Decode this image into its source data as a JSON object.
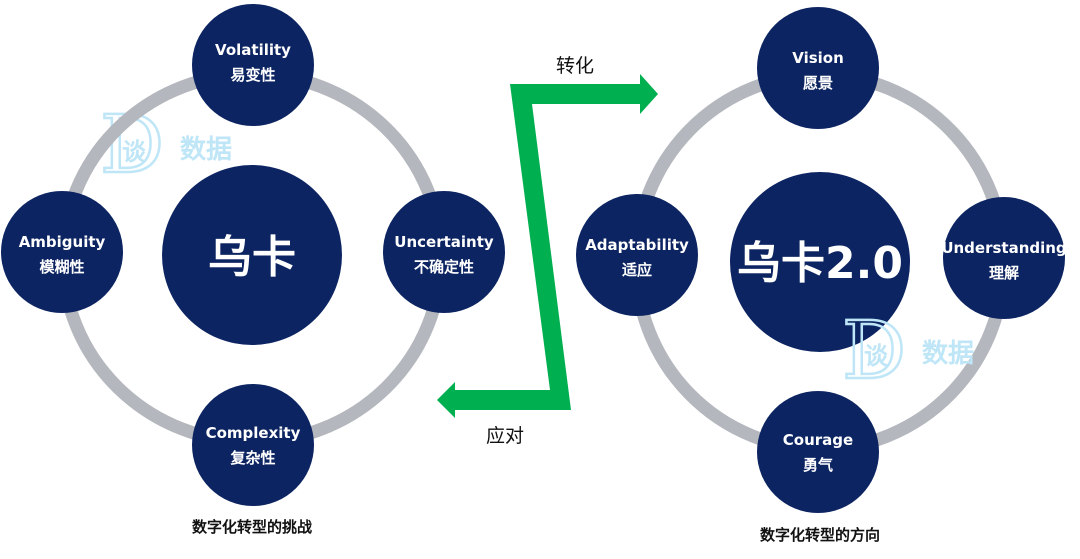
{
  "colors": {
    "node": "#0c2461",
    "ring": "#b4b7bd",
    "arrow": "#00b050",
    "watermark": "#bfe6f7"
  },
  "left": {
    "center": "乌卡",
    "caption": "数字化转型的挑战",
    "nodes": [
      {
        "en": "Volatility",
        "zh": "易变性"
      },
      {
        "en": "Uncertainty",
        "zh": "不确定性"
      },
      {
        "en": "Complexity",
        "zh": "复杂性"
      },
      {
        "en": "Ambiguity",
        "zh": "模糊性"
      }
    ]
  },
  "right": {
    "center": "乌卡2.0",
    "caption": "数字化转型的方向",
    "nodes": [
      {
        "en": "Vision",
        "zh": "愿景"
      },
      {
        "en": "Understanding",
        "zh": "理解"
      },
      {
        "en": "Courage",
        "zh": "勇气"
      },
      {
        "en": "Adaptability",
        "zh": "适应"
      }
    ]
  },
  "arrows": {
    "forward": "转化",
    "backward": "应对"
  },
  "watermark": {
    "letter": "D",
    "char": "谈",
    "text": "数据"
  }
}
